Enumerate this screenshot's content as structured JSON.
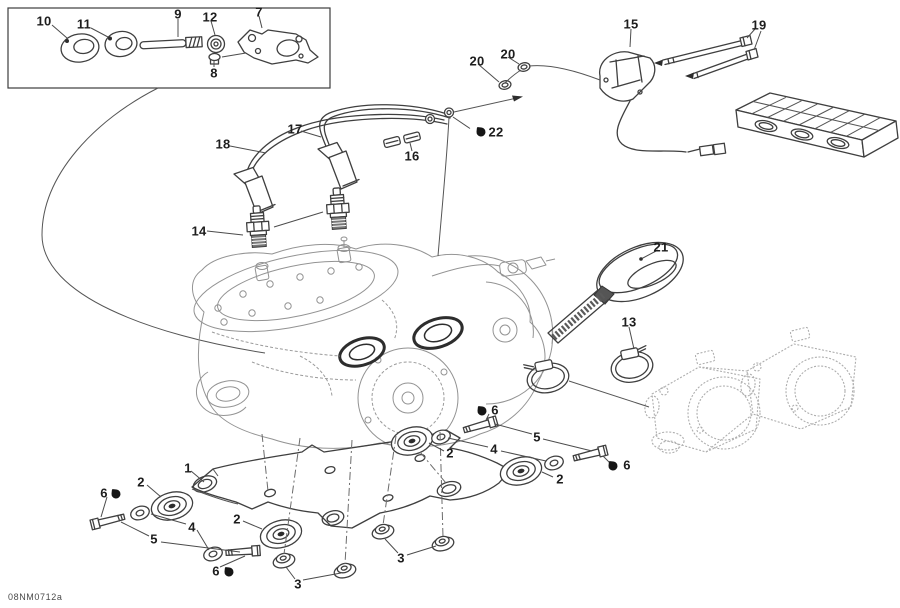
{
  "diagram": {
    "code": "08NM0712a",
    "colors": {
      "ink": "#1d1d1d",
      "sketch_gray": "#939393",
      "light_gray": "#aeaeae"
    },
    "callouts": {
      "n10": "10",
      "n11": "11",
      "n9": "9",
      "n12": "12",
      "n7": "7",
      "n8": "8",
      "n15": "15",
      "n19": "19",
      "n20_a": "20",
      "n20_b": "20",
      "n22": "22",
      "n17": "17",
      "n18": "18",
      "n16": "16",
      "n14": "14",
      "n21": "21",
      "n13": "13",
      "n1": "1",
      "n2_a": "2",
      "n2_b": "2",
      "n2_c": "2",
      "n2_d": "2",
      "n3_a": "3",
      "n3_b": "3",
      "n4_a": "4",
      "n4_b": "4",
      "n5_a": "5",
      "n5_b": "5",
      "n6_a": "6",
      "n6_b": "6",
      "n6_c": "6",
      "n6_d": "6"
    }
  }
}
